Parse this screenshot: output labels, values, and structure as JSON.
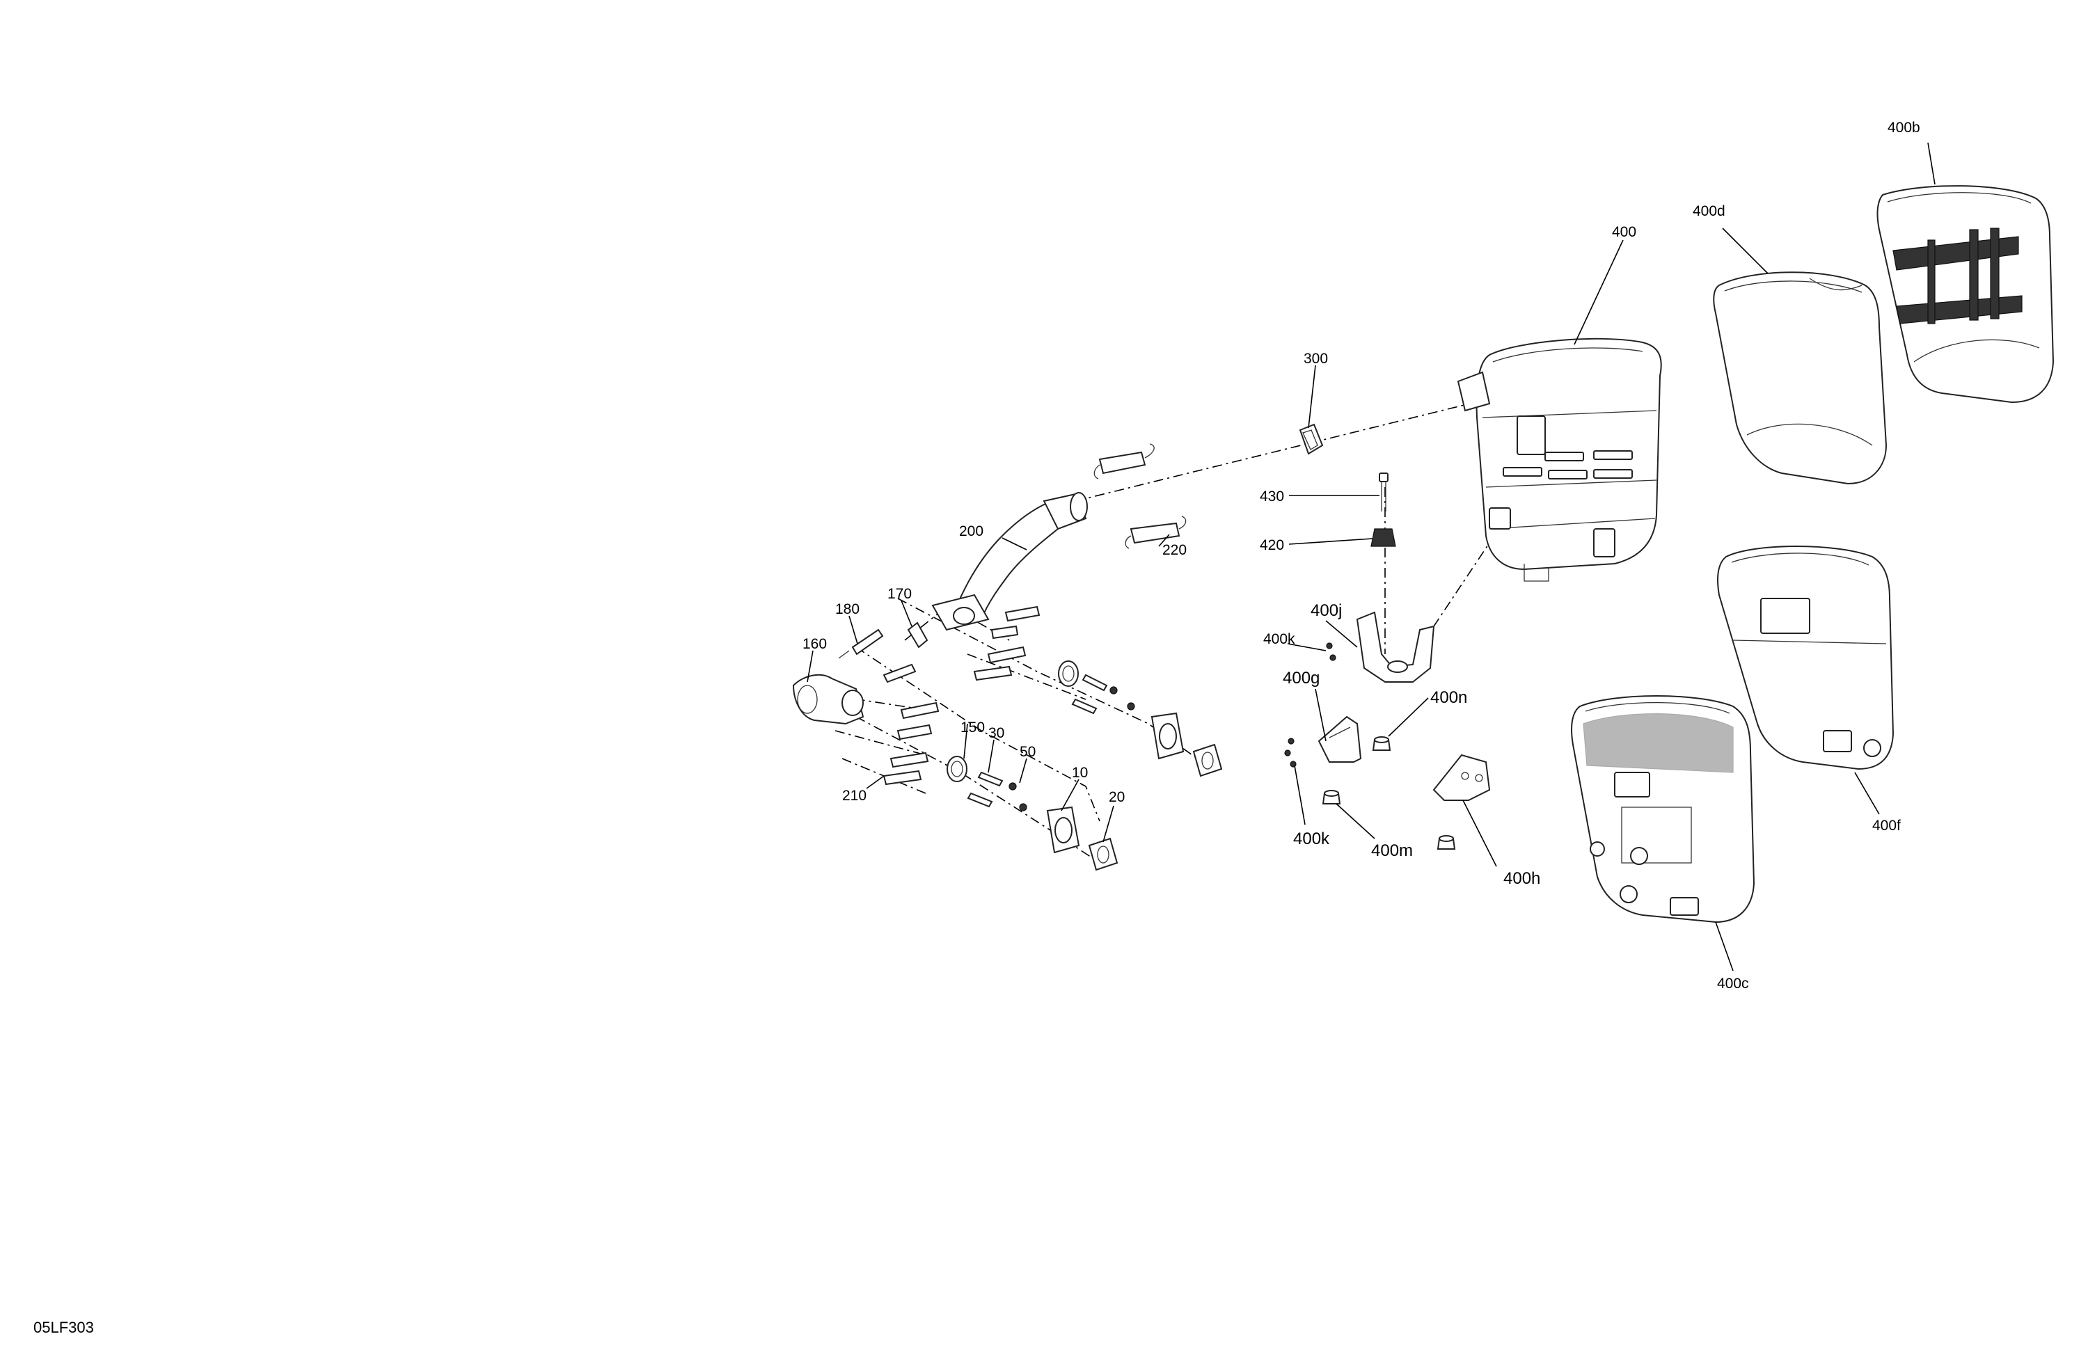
{
  "diagram": {
    "reference_code": "05LF303",
    "callouts": {
      "c300": "300",
      "c400": "400",
      "c400b": "400b",
      "c400d": "400d",
      "c400f": "400f",
      "c400c": "400c",
      "c430": "430",
      "c420": "420",
      "c400j": "400j",
      "c400k_top": "400k",
      "c400g": "400g",
      "c400n": "400n",
      "c400k_bottom": "400k",
      "c400m": "400m",
      "c400h": "400h",
      "c200": "200",
      "c220": "220",
      "c170": "170",
      "c180": "180",
      "c160": "160",
      "c150": "150",
      "c30": "30",
      "c50": "50",
      "c10": "10",
      "c20": "20",
      "c210": "210"
    }
  }
}
